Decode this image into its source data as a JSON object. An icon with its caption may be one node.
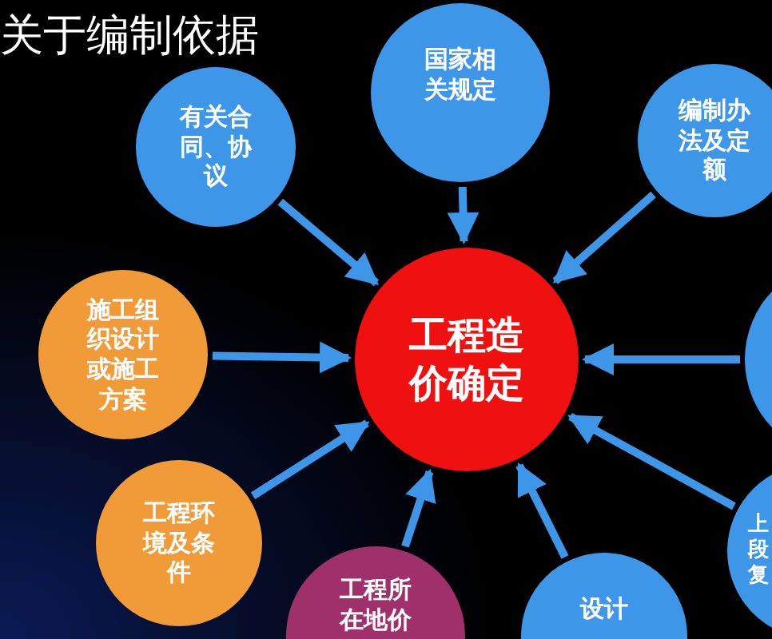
{
  "diagram": {
    "title": "关于编制依据",
    "nodes": [
      {
        "text": [
          "工程造价确定"
        ]
      },
      {
        "text": [
          "国家相关规定"
        ]
      },
      {
        "text": [
          "有关合同、协议"
        ]
      },
      {
        "text": [
          "编制办法及定额"
        ]
      },
      {
        "text": [],
        "shape": "circle"
      },
      {
        "text": [
          "施工组织设计或施工方案"
        ]
      },
      {
        "text": [
          "工程环境及条件"
        ]
      },
      {
        "text": [
          "工程所在地价"
        ]
      },
      {
        "text": [
          "设计"
        ]
      },
      {
        "text": [
          "上段复"
        ]
      }
    ],
    "edges": [
      {
        "from": 1,
        "to": 0,
        "arrow": "to"
      },
      {
        "from": 2,
        "to": 0,
        "arrow": "to"
      },
      {
        "from": 3,
        "to": 0,
        "arrow": "to"
      },
      {
        "from": 4,
        "to": 0,
        "arrow": "to"
      },
      {
        "from": 5,
        "to": 0,
        "arrow": "to"
      },
      {
        "from": 6,
        "to": 0,
        "arrow": "to"
      },
      {
        "from": 7,
        "to": 0,
        "arrow": "to"
      },
      {
        "from": 8,
        "to": 0,
        "arrow": "to"
      },
      {
        "from": 9,
        "to": 0,
        "arrow": "to"
      }
    ]
  }
}
